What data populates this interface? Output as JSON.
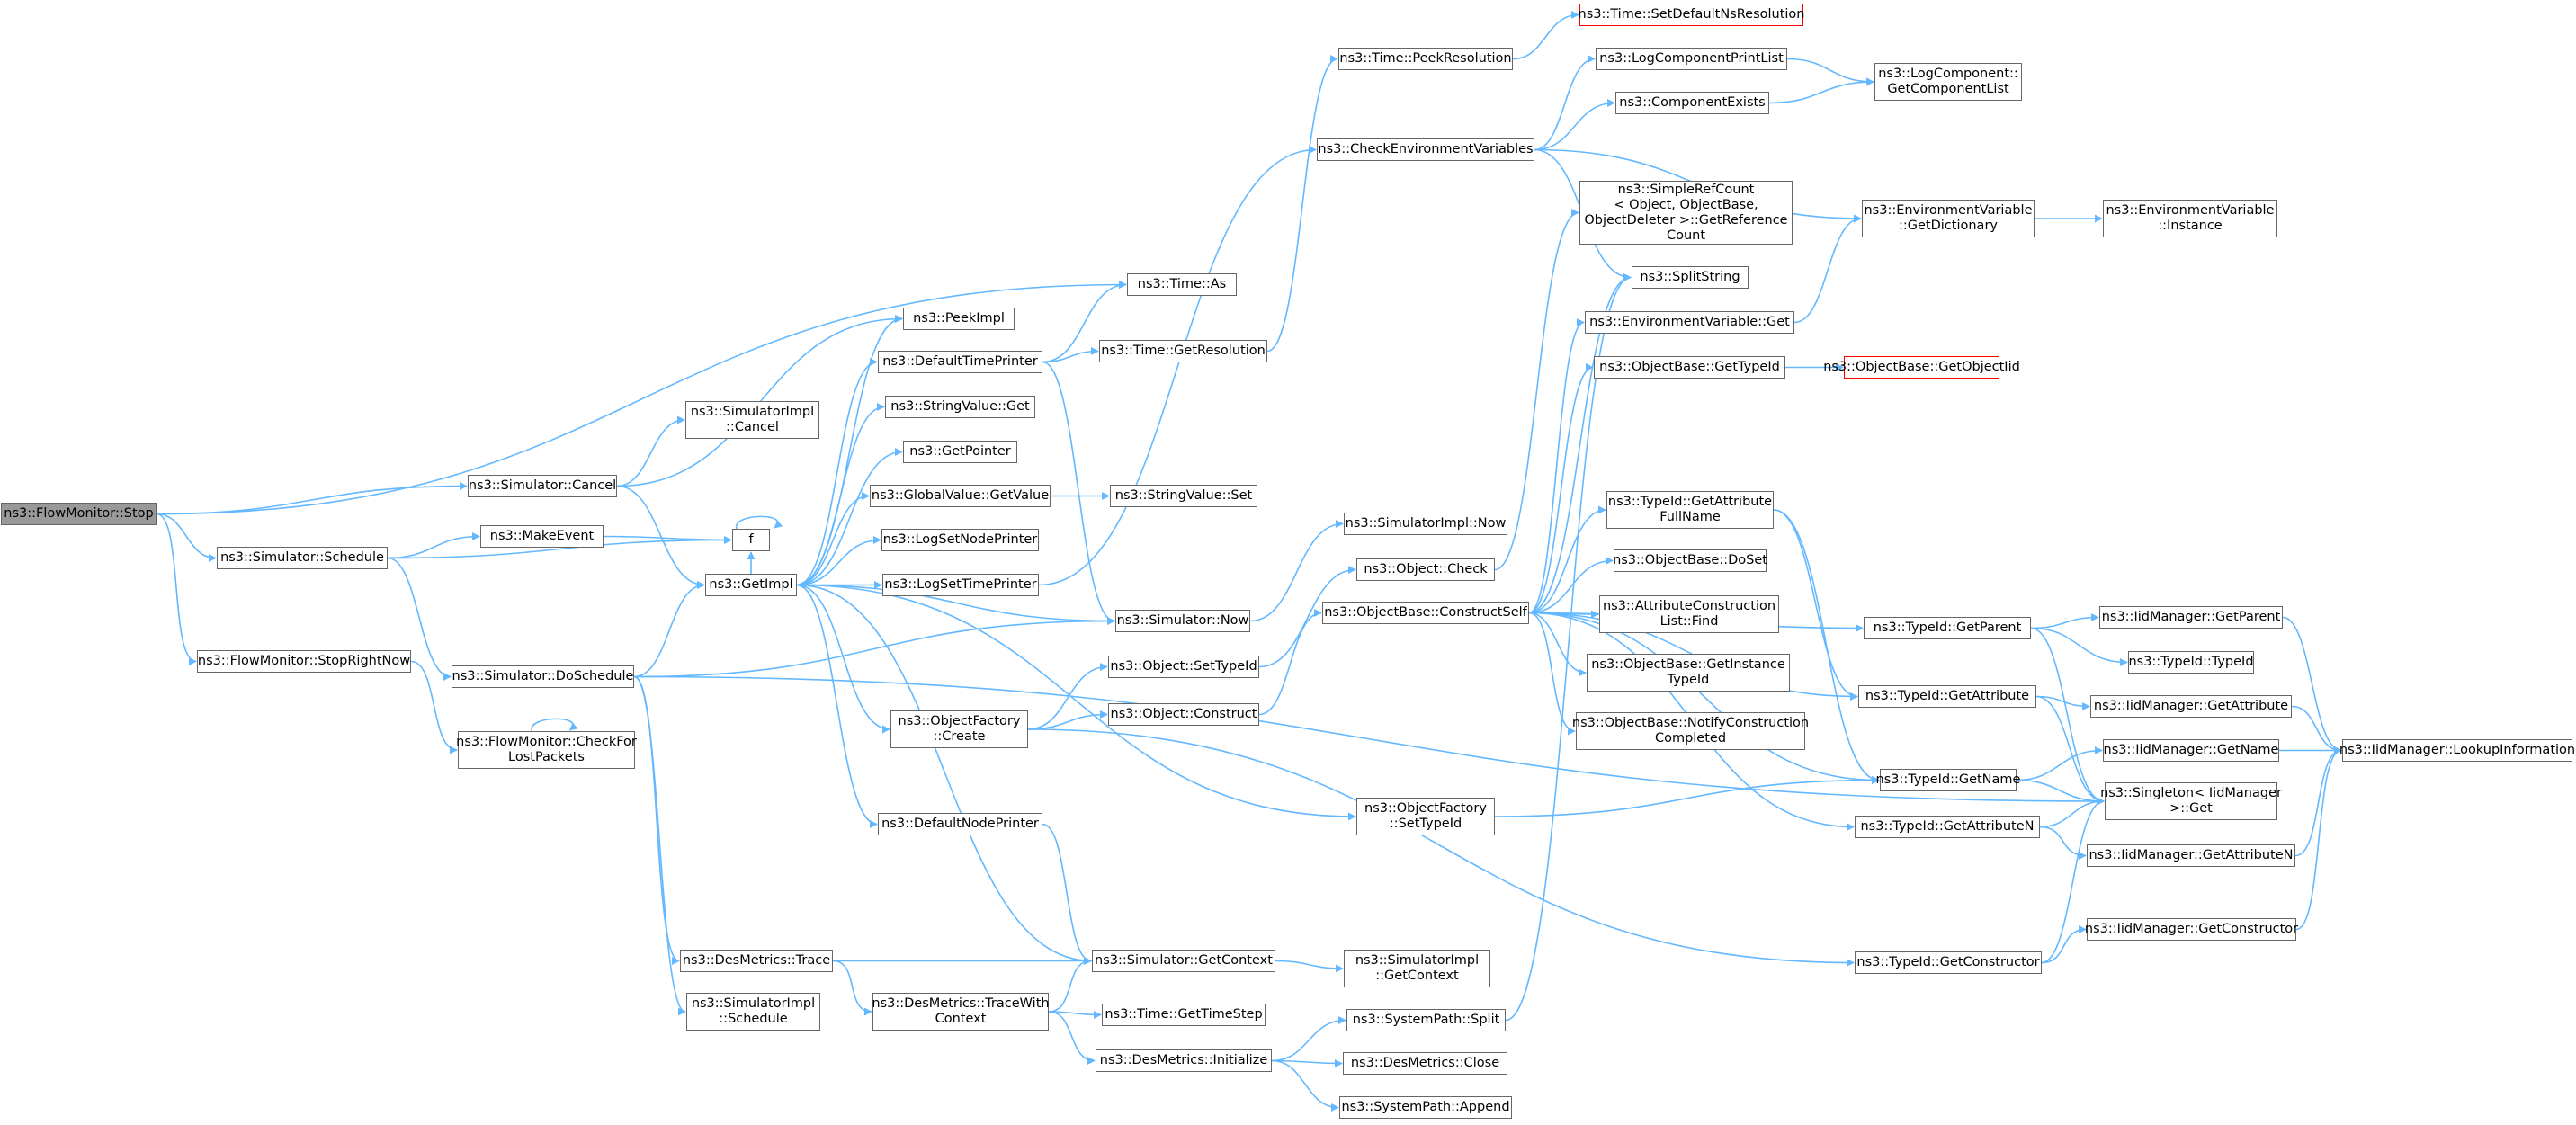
{
  "colors": {
    "edge": "#63b8ff",
    "border": "#666666",
    "root_fill": "#999999",
    "truncated_border": "#ff0000"
  },
  "nodes": {
    "flowmonitor_stop": [
      "ns3::FlowMonitor::Stop"
    ],
    "time_as": [
      "ns3::Time::As"
    ],
    "simulator_cancel": [
      "ns3::Simulator::Cancel"
    ],
    "simulatorimpl_cancel": [
      "ns3::SimulatorImpl",
      "::Cancel"
    ],
    "simulator_schedule": [
      "ns3::Simulator::Schedule"
    ],
    "makeevent": [
      "ns3::MakeEvent"
    ],
    "f": [
      "f"
    ],
    "getimpl": [
      "ns3::GetImpl"
    ],
    "flowmonitor_stoprightnow": [
      "ns3::FlowMonitor::StopRightNow"
    ],
    "simulator_doschedule": [
      "ns3::Simulator::DoSchedule"
    ],
    "flowmonitor_checkforlostpackets": [
      "ns3::FlowMonitor::CheckFor",
      "LostPackets"
    ],
    "peekimpl": [
      "ns3::PeekImpl"
    ],
    "defaulttimeprinter": [
      "ns3::DefaultTimePrinter"
    ],
    "stringvalue_get": [
      "ns3::StringValue::Get"
    ],
    "getpointer": [
      "ns3::GetPointer"
    ],
    "globalvalue_getvalue": [
      "ns3::GlobalValue::GetValue"
    ],
    "logsetnodeprinter": [
      "ns3::LogSetNodePrinter"
    ],
    "logsettimeprinter": [
      "ns3::LogSetTimePrinter"
    ],
    "objectfactory_create": [
      "ns3::ObjectFactory",
      "::Create"
    ],
    "defaultnodeprinter": [
      "ns3::DefaultNodePrinter"
    ],
    "desmetrics_trace": [
      "ns3::DesMetrics::Trace"
    ],
    "simulatorimpl_schedule": [
      "ns3::SimulatorImpl",
      "::Schedule"
    ],
    "desmetrics_tracewithcontext": [
      "ns3::DesMetrics::TraceWith",
      "Context"
    ],
    "time_getresolution": [
      "ns3::Time::GetResolution"
    ],
    "stringvalue_set": [
      "ns3::StringValue::Set"
    ],
    "simulator_now": [
      "ns3::Simulator::Now"
    ],
    "object_settypeid": [
      "ns3::Object::SetTypeId"
    ],
    "object_construct": [
      "ns3::Object::Construct"
    ],
    "simulator_getcontext": [
      "ns3::Simulator::GetContext"
    ],
    "time_gettimestep": [
      "ns3::Time::GetTimeStep"
    ],
    "desmetrics_initialize": [
      "ns3::DesMetrics::Initialize"
    ],
    "time_peekresolution": [
      "ns3::Time::PeekResolution"
    ],
    "time_setdefaultnsresolution": [
      "ns3::Time::SetDefaultNsResolution"
    ],
    "checkenvironmentvariables": [
      "ns3::CheckEnvironmentVariables"
    ],
    "simulatorimpl_now": [
      "ns3::SimulatorImpl::Now"
    ],
    "object_check": [
      "ns3::Object::Check"
    ],
    "objectbase_constructself": [
      "ns3::ObjectBase::ConstructSelf"
    ],
    "objectfactory_settypeid": [
      "ns3::ObjectFactory",
      "::SetTypeId"
    ],
    "simulatorimpl_getcontext": [
      "ns3::SimulatorImpl",
      "::GetContext"
    ],
    "systempath_split": [
      "ns3::SystemPath::Split"
    ],
    "desmetrics_close": [
      "ns3::DesMetrics::Close"
    ],
    "systempath_append": [
      "ns3::SystemPath::Append"
    ],
    "logcomponentprintlist": [
      "ns3::LogComponentPrintList"
    ],
    "componentexists": [
      "ns3::ComponentExists"
    ],
    "simplerefcount_getreferencecount": [
      "ns3::SimpleRefCount",
      "< Object, ObjectBase,",
      "ObjectDeleter >::GetReference",
      "Count"
    ],
    "splitstring": [
      "ns3::SplitString"
    ],
    "environmentvariable_get": [
      "ns3::EnvironmentVariable::Get"
    ],
    "objectbase_gettypeid": [
      "ns3::ObjectBase::GetTypeId"
    ],
    "typeid_getattributefullname": [
      "ns3::TypeId::GetAttribute",
      "FullName"
    ],
    "objectbase_doset": [
      "ns3::ObjectBase::DoSet"
    ],
    "attributeconstructionlist_find": [
      "ns3::AttributeConstruction",
      "List::Find"
    ],
    "objectbase_getinstancetypeid": [
      "ns3::ObjectBase::GetInstance",
      "TypeId"
    ],
    "objectbase_notifyconstructioncompleted": [
      "ns3::ObjectBase::NotifyConstruction",
      "Completed"
    ],
    "logcomponent_getcomponentlist": [
      "ns3::LogComponent::",
      "GetComponentList"
    ],
    "environmentvariable_getdictionary": [
      "ns3::EnvironmentVariable",
      "::GetDictionary"
    ],
    "objectbase_getobjectiid": [
      "ns3::ObjectBase::GetObjectIid"
    ],
    "typeid_getparent": [
      "ns3::TypeId::GetParent"
    ],
    "typeid_getattribute": [
      "ns3::TypeId::GetAttribute"
    ],
    "typeid_getname": [
      "ns3::TypeId::GetName"
    ],
    "typeid_getattributen": [
      "ns3::TypeId::GetAttributeN"
    ],
    "typeid_getconstructor": [
      "ns3::TypeId::GetConstructor"
    ],
    "environmentvariable_instance": [
      "ns3::EnvironmentVariable",
      "::Instance"
    ],
    "iidmanager_getparent": [
      "ns3::IidManager::GetParent"
    ],
    "typeid_typeid": [
      "ns3::TypeId::TypeId"
    ],
    "iidmanager_getattribute": [
      "ns3::IidManager::GetAttribute"
    ],
    "iidmanager_getname": [
      "ns3::IidManager::GetName"
    ],
    "singleton_iidmanager_get": [
      "ns3::Singleton< IidManager",
      ">::Get"
    ],
    "iidmanager_getattributen": [
      "ns3::IidManager::GetAttributeN"
    ],
    "iidmanager_getconstructor": [
      "ns3::IidManager::GetConstructor"
    ],
    "iidmanager_lookupinformation": [
      "ns3::IidManager::LookupInformation"
    ]
  }
}
